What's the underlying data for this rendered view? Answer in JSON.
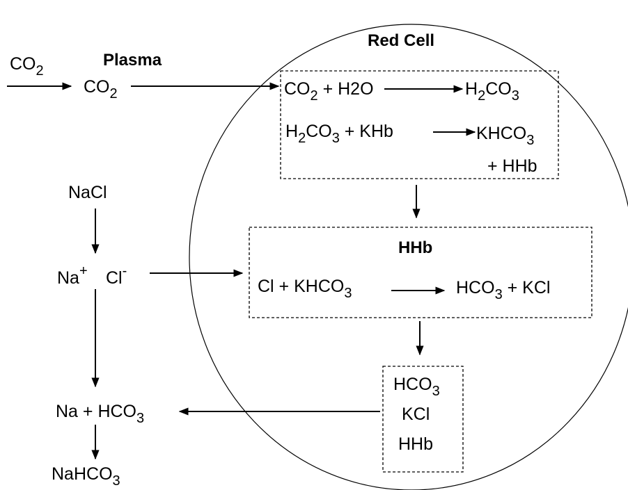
{
  "labels": {
    "red_cell": "Red Cell",
    "plasma": "Plasma",
    "nacl": "NaCl"
  },
  "co2_input": {
    "base": "CO",
    "sub": "2"
  },
  "plasma_co2": {
    "base": "CO",
    "sub": "2"
  },
  "ions": {
    "na": "Na",
    "na_sup": "+",
    "cl": "Cl",
    "cl_sup": "-"
  },
  "reaction_box_1": {
    "eq1": {
      "lhs": {
        "co": "CO",
        "sub": "2",
        "rest": " + H2O"
      },
      "rhs": {
        "h": "H",
        "sub1": "2",
        "co": "CO",
        "sub2": "3"
      }
    },
    "eq2": {
      "lhs": {
        "h": "H",
        "sub1": "2",
        "co": "CO",
        "sub2": "3",
        "rest": " + KHb"
      },
      "rhs": {
        "k": "KHCO",
        "sub": "3"
      },
      "rhs2": "+ HHb"
    }
  },
  "reaction_box_2": {
    "title": "HHb",
    "lhs": {
      "text": "Cl + KHCO",
      "sub": "3"
    },
    "rhs": {
      "hco": "HCO",
      "sub": "3",
      "rest": " + KCl"
    }
  },
  "reaction_box_3": {
    "hco": "HCO",
    "hco_sub": "3",
    "kcl": "KCl",
    "hhb": "HHb"
  },
  "plasma_products": {
    "na_hco": {
      "text": "Na + HCO",
      "sub": "3"
    },
    "nahco": {
      "text": "NaHCO",
      "sub": "3"
    }
  }
}
